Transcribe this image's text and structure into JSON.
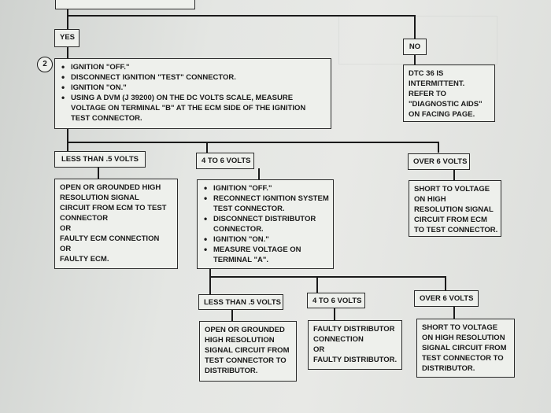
{
  "yes_label": "YES",
  "no_label": "NO",
  "step_number": "2",
  "step2_bullets": [
    "IGNITION \"OFF.\"",
    "DISCONNECT IGNITION \"TEST\" CONNECTOR.",
    "IGNITION \"ON.\"",
    "USING A DVM (J 39200) ON THE DC VOLTS SCALE, MEASURE",
    "VOLTAGE ON TERMINAL \"B\" AT THE ECM SIDE OF THE IGNITION",
    "TEST CONNECTOR."
  ],
  "no_result": [
    "DTC 36 IS",
    "INTERMITTENT.",
    "REFER TO",
    "\"DIAGNOSTIC AIDS\"",
    "ON FACING PAGE."
  ],
  "branch1": {
    "less_label": "LESS THAN .5 VOLTS",
    "mid_label": "4 TO 6 VOLTS",
    "over_label": "OVER 6 VOLTS",
    "less_result": [
      "OPEN OR GROUNDED HIGH",
      "RESOLUTION SIGNAL",
      "CIRCUIT FROM ECM TO TEST",
      "CONNECTOR",
      "OR",
      "FAULTY ECM CONNECTION",
      "OR",
      "FAULTY ECM."
    ],
    "mid_steps": [
      "IGNITION \"OFF.\"",
      "RECONNECT IGNITION SYSTEM",
      "TEST CONNECTOR.",
      "DISCONNECT DISTRIBUTOR",
      "CONNECTOR.",
      "IGNITION \"ON.\"",
      "MEASURE VOLTAGE ON",
      "TERMINAL \"A\"."
    ],
    "over_result": [
      "SHORT TO VOLTAGE",
      "ON HIGH",
      "RESOLUTION SIGNAL",
      "CIRCUIT FROM ECM",
      "TO TEST CONNECTOR."
    ]
  },
  "branch2": {
    "less_label": "LESS THAN .5 VOLTS",
    "mid_label": "4 TO 6 VOLTS",
    "over_label": "OVER 6 VOLTS",
    "less_result": [
      "OPEN OR GROUNDED",
      "HIGH RESOLUTION",
      "SIGNAL CIRCUIT FROM",
      "TEST CONNECTOR TO",
      "DISTRIBUTOR."
    ],
    "mid_result": [
      "FAULTY DISTRIBUTOR",
      "CONNECTION",
      "OR",
      "FAULTY DISTRIBUTOR."
    ],
    "over_result": [
      "SHORT TO VOLTAGE",
      "ON HIGH RESOLUTION",
      "SIGNAL CIRCUIT FROM",
      "TEST CONNECTOR TO",
      "DISTRIBUTOR."
    ]
  }
}
